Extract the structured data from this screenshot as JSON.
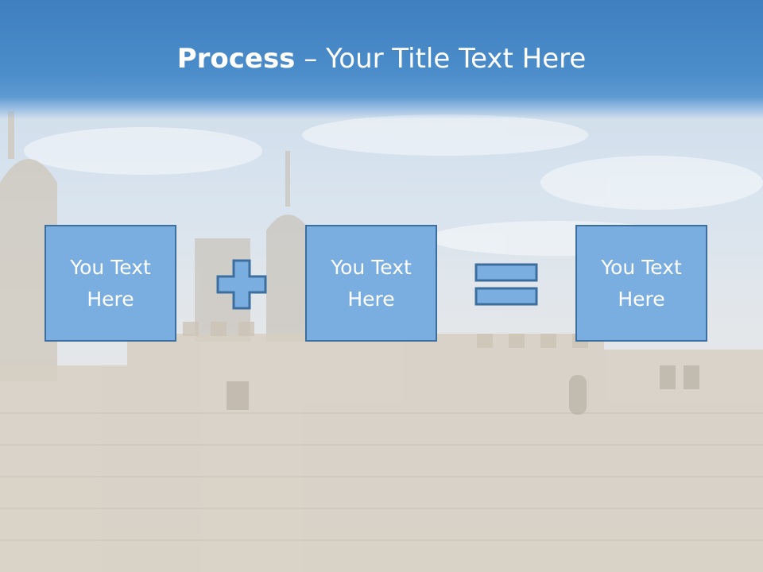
{
  "title": {
    "bold": "Process",
    "rest": " – Your Title Text Here"
  },
  "boxes": [
    {
      "text": "You Text\nHere"
    },
    {
      "text": "You Text\nHere"
    },
    {
      "text": "You Text\nHere"
    }
  ],
  "operators": [
    "plus-icon",
    "equals-icon"
  ],
  "colors": {
    "title_bar": "#4b8cca",
    "box_fill": "#7aaee0",
    "box_border": "#3d6f9e",
    "title_text": "#ffffff"
  }
}
